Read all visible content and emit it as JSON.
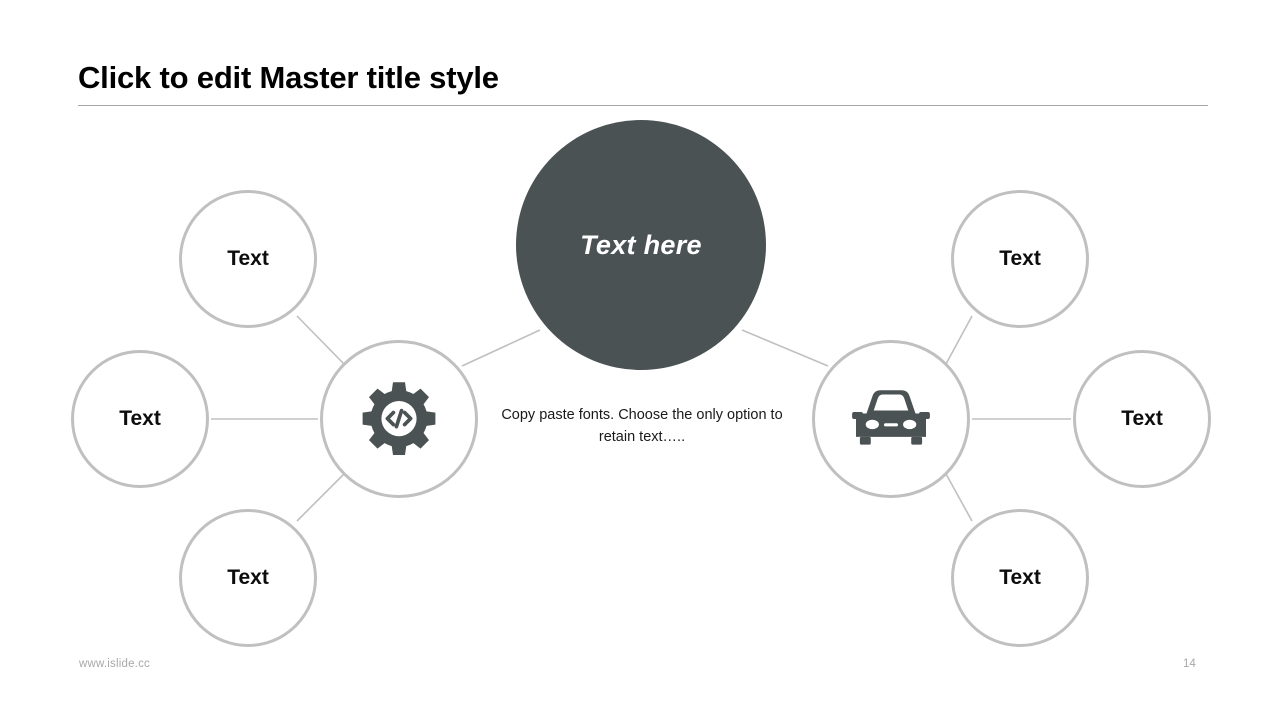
{
  "slide": {
    "title": "Click to edit Master title style",
    "background_color": "#ffffff",
    "accent_dark_color": "#4b5254",
    "outline_gray_color": "#c0c0c0",
    "divider_color": "#a6a6a6",
    "footer_text_color": "#a8a8a8"
  },
  "center": {
    "label": "Text here"
  },
  "body": {
    "paragraph": "Copy paste fonts. Choose the only option to retain text….."
  },
  "hubs": [
    {
      "id": "gear-hub",
      "icon": "gear-code-icon",
      "label": ""
    },
    {
      "id": "car-hub",
      "icon": "car-icon",
      "label": ""
    }
  ],
  "satellites": [
    {
      "id": "top-left",
      "label": "Text"
    },
    {
      "id": "mid-left",
      "label": "Text"
    },
    {
      "id": "bottom-left",
      "label": "Text"
    },
    {
      "id": "top-right",
      "label": "Text"
    },
    {
      "id": "mid-right",
      "label": "Text"
    },
    {
      "id": "bottom-right",
      "label": "Text"
    }
  ],
  "footer": {
    "url": "www.islide.cc",
    "page_number": "14"
  }
}
